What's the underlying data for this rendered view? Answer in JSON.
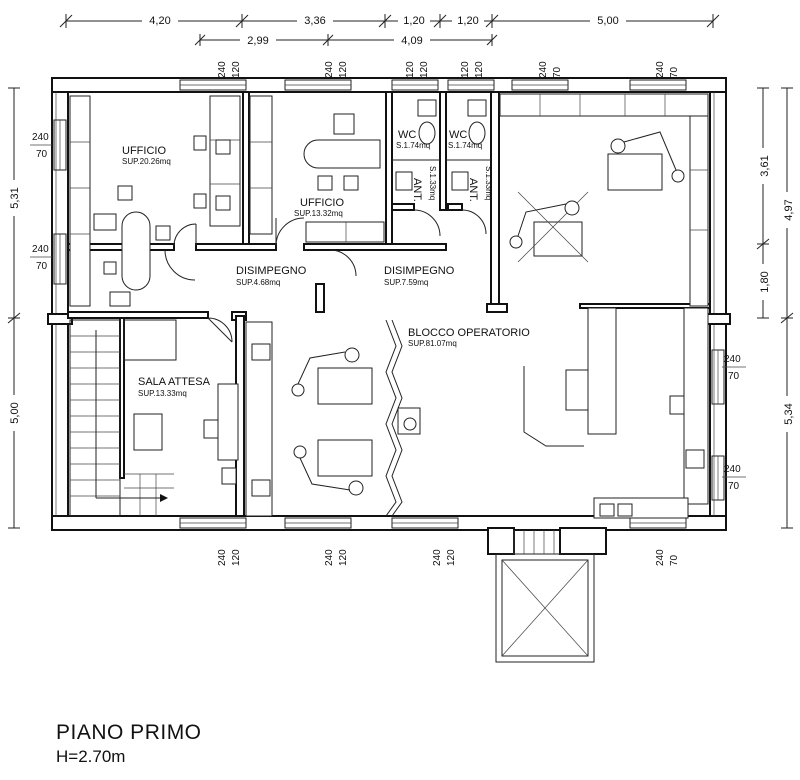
{
  "title": "PIANO PRIMO",
  "height": "H=2.70m",
  "dims": {
    "top1": [
      "4,20",
      "3,36",
      "1,20",
      "1,20",
      "5,00"
    ],
    "top2": [
      "2,99",
      "4,09"
    ],
    "left": [
      "5,31",
      "5,00"
    ],
    "right_inner": [
      "3,61",
      "1,80"
    ],
    "right_outer": [
      "4,97",
      "5,34"
    ]
  },
  "rooms": {
    "ufficio1": {
      "name": "UFFICIO",
      "sup": "SUP.20.26mq"
    },
    "ufficio2": {
      "name": "UFFICIO",
      "sup": "SUP.13.32mq"
    },
    "wc1": {
      "name": "WC",
      "sup": "S.1.74mq"
    },
    "wc2": {
      "name": "WC",
      "sup": "S.1.74mq"
    },
    "ant1": {
      "name": "ANT.",
      "sup": "S.1.33mq"
    },
    "ant2": {
      "name": "ANT.",
      "sup": "S.1.33mq"
    },
    "disimpegno1": {
      "name": "DISIMPEGNO",
      "sup": "SUP.4.68mq"
    },
    "disimpegno2": {
      "name": "DISIMPEGNO",
      "sup": "SUP.7.59mq"
    },
    "blocco": {
      "name": "BLOCCO OPERATORIO",
      "sup": "SUP.81.07mq"
    },
    "sala": {
      "name": "SALA ATTESA",
      "sup": "SUP.13.33mq"
    }
  },
  "window_label": {
    "a": "240",
    "b": "120",
    "c": "70"
  }
}
